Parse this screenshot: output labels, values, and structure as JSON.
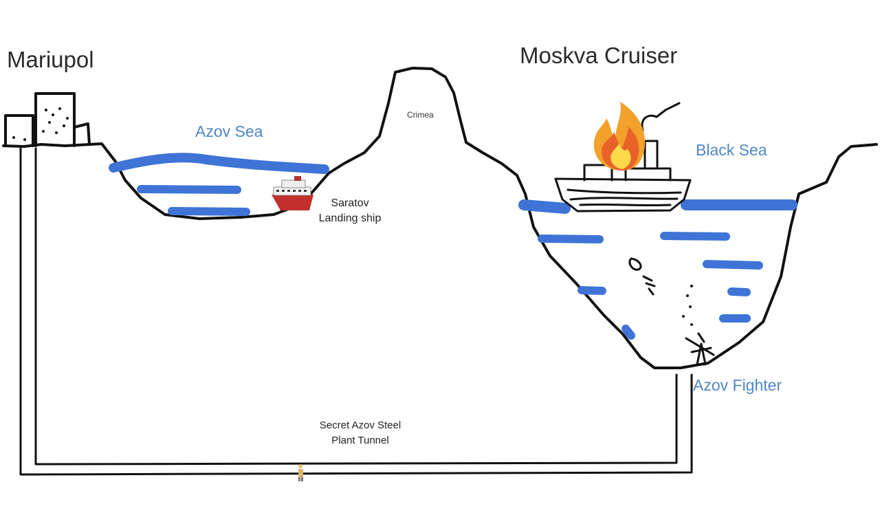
{
  "labels": {
    "mariupol": "Mariupol",
    "moskva_cruiser": "Moskva Cruiser",
    "azov_sea": "Azov Sea",
    "black_sea": "Black Sea",
    "crimea": "Crimea",
    "saratov_line1": "Saratov",
    "saratov_line2": "Landing ship",
    "azov_fighter": "Azov Fighter",
    "tunnel_line1": "Secret Azov Steel",
    "tunnel_line2": "Plant Tunnel"
  },
  "colors": {
    "water": "#3f74d6",
    "label_blue": "#4f86c6",
    "ink": "#111111",
    "fire_outer": "#f2a12a",
    "fire_inner": "#ffd94a",
    "ship_hull": "#c2302c"
  },
  "icons": {
    "fire": "fire-icon",
    "landing_ship": "ship-icon",
    "person": "person-icon"
  }
}
